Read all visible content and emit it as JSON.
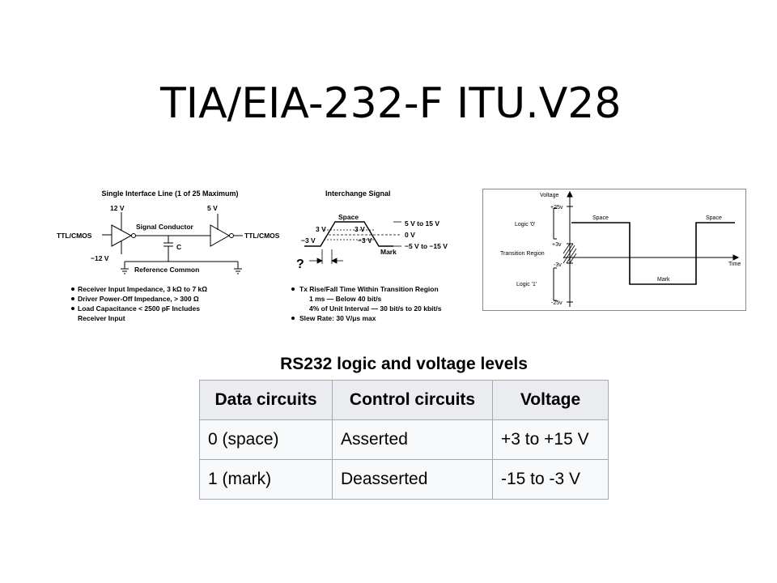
{
  "slide": {
    "title": "TIA/EIA-232-F ITU.V28"
  },
  "left_diagram": {
    "title": "Single Interface Line (1 of 25 Maximum)",
    "v12": "12 V",
    "v5": "5 V",
    "vneg12": "−12 V",
    "ttl_left": "TTL/CMOS",
    "ttl_right": "TTL/CMOS",
    "signal_conductor": "Signal Conductor",
    "cap": "C",
    "ref_common": "Reference Common",
    "bullets": [
      "Receiver Input Impedance, 3 kΩ to 7 kΩ",
      "Driver Power-Off Impedance, > 300 Ω",
      "Load Capacitance < 2500 pF Includes",
      "Receiver Input"
    ]
  },
  "mid_diagram": {
    "title": "Interchange Signal",
    "space": "Space",
    "mark": "Mark",
    "lbl_3v_a": "3 V",
    "lbl_3v_b": "3 V",
    "lbl_n3v_a": "−3 V",
    "lbl_n3v_b": "−3 V",
    "r1": "5 V to 15 V",
    "r2": "0 V",
    "r3": "−5 V to −15 V",
    "question": "?",
    "bullets": [
      "Tx Rise/Fall Time Within Transition Region",
      "1 ms — Below 40 bit/s",
      "4% of Unit Interval — 30 bit/s to 20 kbit/s",
      "Slew Rate: 30 V/μs max"
    ]
  },
  "right_diagram": {
    "voltage": "Voltage",
    "time": "Time",
    "p25": "+25v",
    "p3": "+3v",
    "n3": "-3v",
    "n25": "-25v",
    "logic0": "Logic '0'",
    "logic1": "Logic '1'",
    "transition": "Transition Region",
    "space1": "Space",
    "space2": "Space",
    "mark": "Mark"
  },
  "table": {
    "title": "RS232 logic and voltage levels",
    "headers": [
      "Data circuits",
      "Control circuits",
      "Voltage"
    ],
    "rows": [
      [
        "0 (space)",
        "Asserted",
        "+3 to +15 V"
      ],
      [
        "1 (mark)",
        "Deasserted",
        "-15 to -3 V"
      ]
    ]
  }
}
